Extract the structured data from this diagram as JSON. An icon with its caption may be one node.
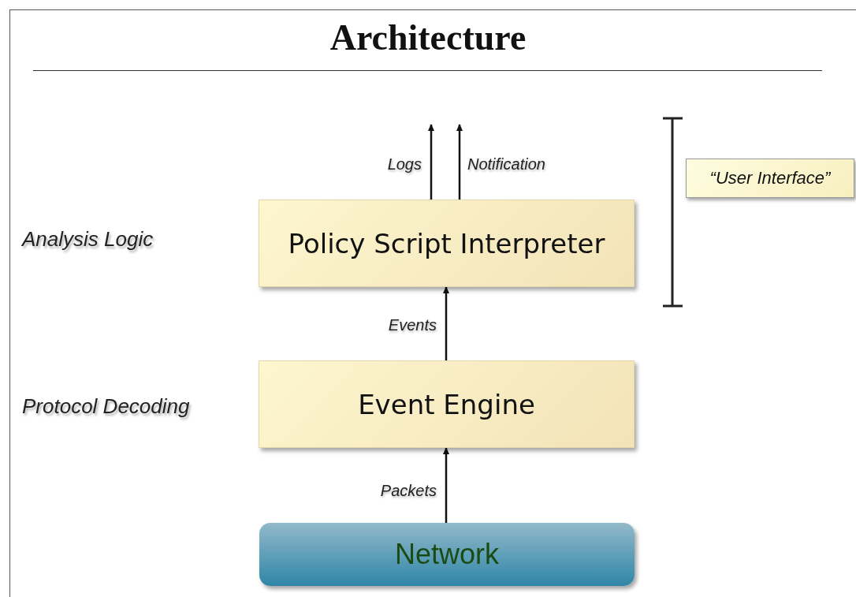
{
  "diagram": {
    "title": "Architecture",
    "nodes": [
      {
        "text": [
          "Policy Script Interpreter"
        ]
      },
      {
        "text": [
          "Event Engine"
        ]
      },
      {
        "text": [
          "Network"
        ]
      },
      {
        "text": [
          "“User Interface”"
        ]
      }
    ],
    "edges": [
      {
        "from": 2,
        "to": 1,
        "arrow": "to",
        "label": "Packets"
      },
      {
        "from": 1,
        "to": 0,
        "arrow": "to",
        "label": "Events"
      },
      {
        "from": 0,
        "to": null,
        "arrow": "to",
        "label": "Logs"
      },
      {
        "from": 0,
        "to": null,
        "arrow": "to",
        "label": "Notification"
      }
    ],
    "labels": [
      "Analysis Logic",
      "Protocol Decoding"
    ]
  }
}
